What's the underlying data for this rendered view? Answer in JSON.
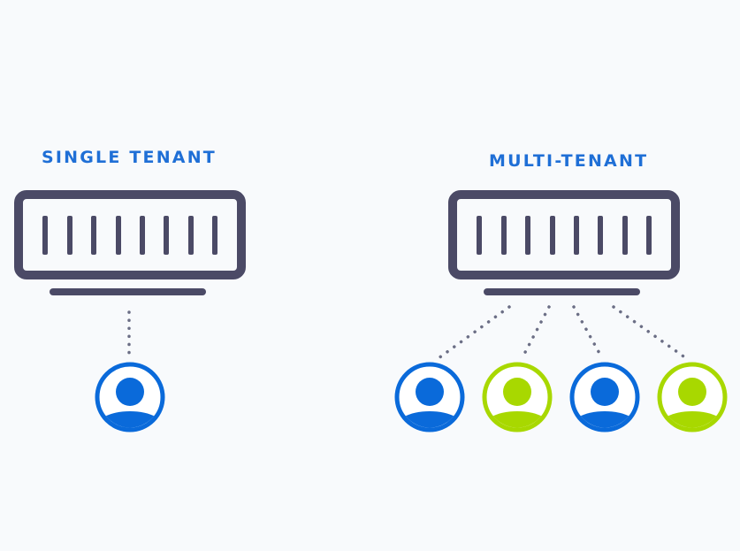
{
  "colors": {
    "background": "#f8fafc",
    "title": "#1f6fd6",
    "server": "#4b4a66",
    "connector": "#6b6e85",
    "tenant_blue": "#0a6ada",
    "tenant_green": "#a8d800"
  },
  "single_tenant": {
    "title": "SINGLE TENANT",
    "server_icon": "server-icon",
    "tenants": [
      {
        "icon": "user-icon",
        "color": "blue"
      }
    ]
  },
  "multi_tenant": {
    "title": "MULTI-TENANT",
    "server_icon": "server-icon",
    "tenants": [
      {
        "icon": "user-icon",
        "color": "blue"
      },
      {
        "icon": "user-icon",
        "color": "green"
      },
      {
        "icon": "user-icon",
        "color": "blue"
      },
      {
        "icon": "user-icon",
        "color": "green"
      }
    ]
  }
}
